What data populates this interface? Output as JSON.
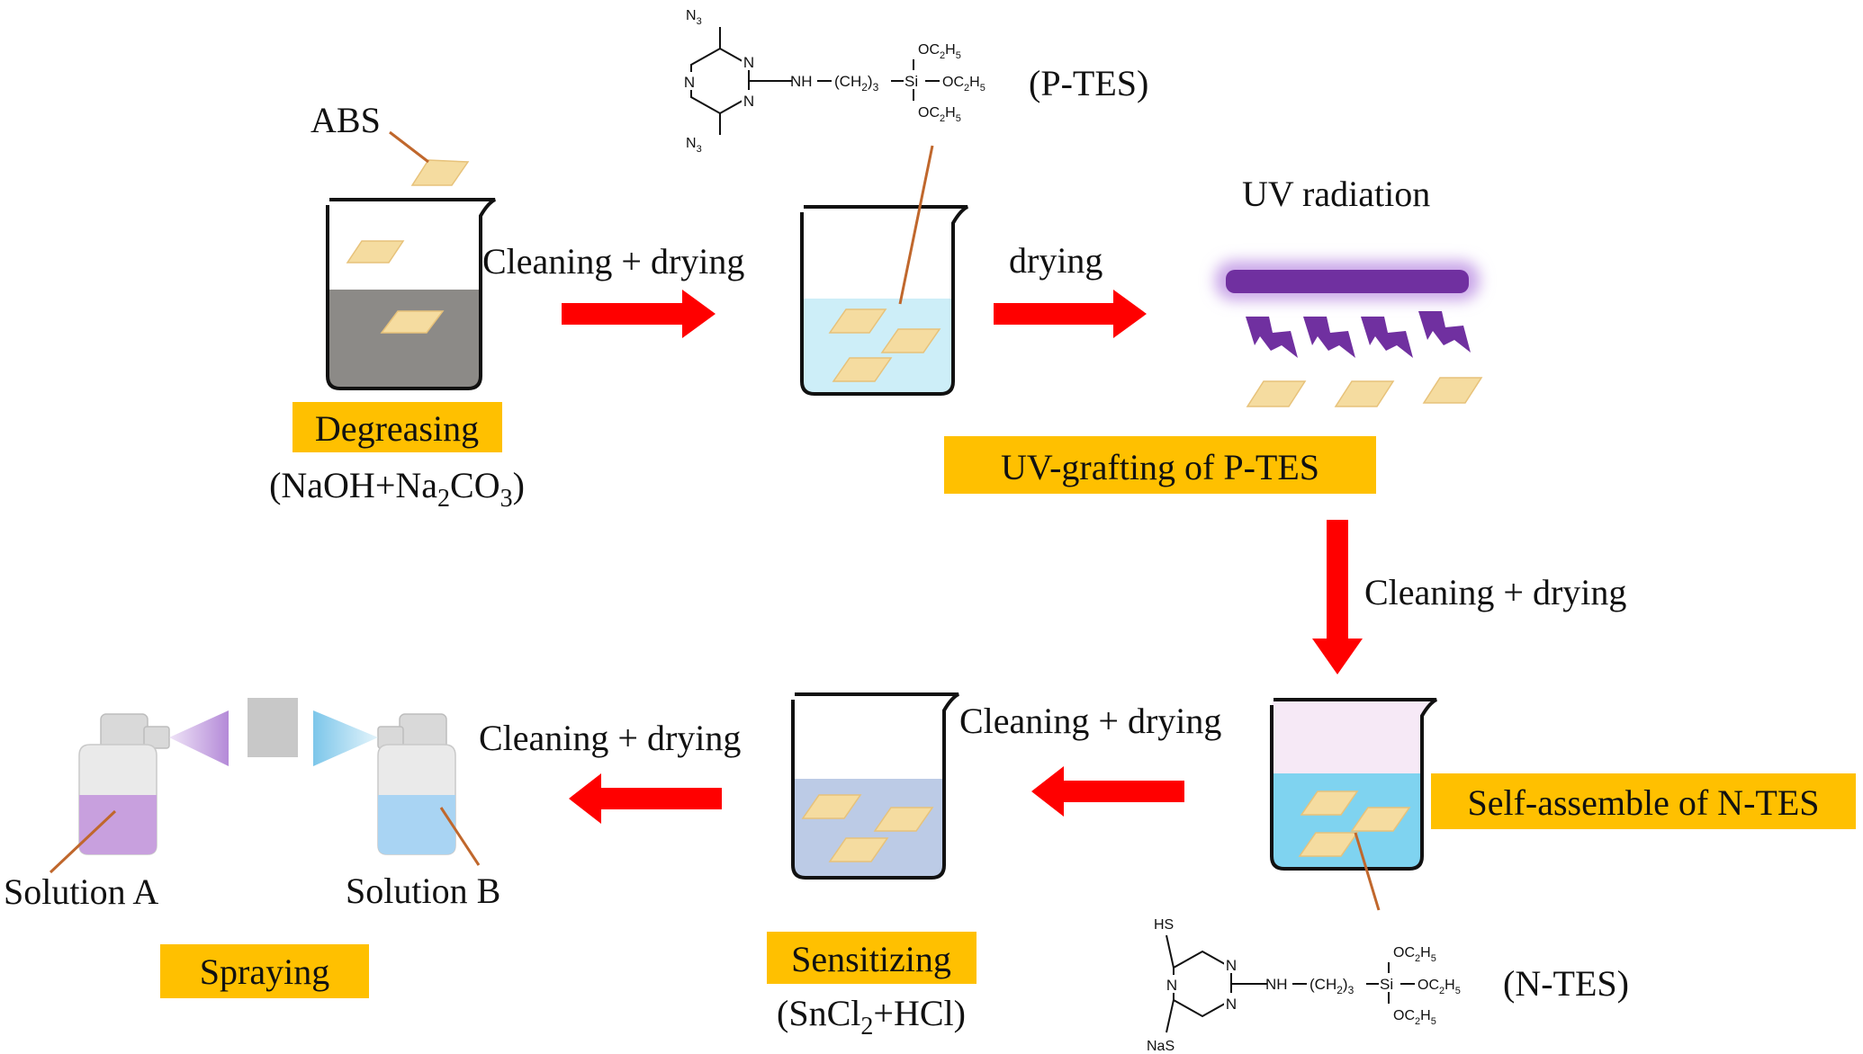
{
  "colors": {
    "arrow": "#ff0000",
    "label_bg": "#ffc000",
    "lamp": "#7030a0",
    "lamp_glow": "#c9a6e8",
    "degrease_liquid": "#8c8a87",
    "ptes_liquid": "#cdeef8",
    "ntes_liquid": "#7fd3f0",
    "ntes_top": "#f6e9f6",
    "sens_liquid": "#bccbe6",
    "solution_a": "#c8a0de",
    "solution_b": "#a9d4f3",
    "sample": "#f5dca0",
    "pointer": "#c0672c"
  },
  "icons": [
    "beaker-icon",
    "abs-sample-icon",
    "uv-lamp-icon",
    "lightning-bolt-icon",
    "spray-bottle-icon",
    "spray-mist-icon",
    "red-arrow-icon"
  ],
  "labels": {
    "abs": "ABS",
    "uv_radiation": "UV radiation",
    "p_tes": "(P-TES)",
    "n_tes": "(N-TES)",
    "solution_a": "Solution A",
    "solution_b": "Solution B"
  },
  "arrows": {
    "a1": "Cleaning + drying",
    "a2": "drying",
    "a3": "Cleaning + drying",
    "a4": "Cleaning + drying",
    "a5": "Cleaning + drying"
  },
  "steps": {
    "degreasing": "Degreasing",
    "degreasing_sub": {
      "pre": "(NaOH+Na",
      "s1": "2",
      "mid": "CO",
      "s2": "3",
      "post": ")"
    },
    "uv_grafting": "UV-grafting of P-TES",
    "self_assemble": "Self-assemble of N-TES",
    "sensitizing": "Sensitizing",
    "sensitizing_sub": {
      "pre": "(SnCl",
      "s1": "2",
      "post": "+HCl)"
    },
    "spraying": "Spraying"
  },
  "chem_ptes": {
    "n3_top": "N",
    "n3_top_sub": "3",
    "n3_bot": "N",
    "n3_bot_sub": "3",
    "ring_n1": "N",
    "ring_n2": "N",
    "ring_n3": "N",
    "nh": "NH",
    "chain": "(CH",
    "chain_sub": "2",
    "chain_end": ")",
    "chain_sub2": "3",
    "si": "Si",
    "oet1": "OC",
    "oet1_s1": "2",
    "oet1_m": "H",
    "oet1_s2": "5",
    "oet2": "OC",
    "oet2_s1": "2",
    "oet2_m": "H",
    "oet2_s2": "5",
    "oet3": "OC",
    "oet3_s1": "2",
    "oet3_m": "H",
    "oet3_s2": "5"
  },
  "chem_ntes": {
    "hs": "HS",
    "nas": "NaS",
    "ring_n1": "N",
    "ring_n2": "N",
    "ring_n3": "N",
    "nh": "NH",
    "chain": "(CH",
    "chain_sub": "2",
    "chain_end": ")",
    "chain_sub2": "3",
    "si": "Si",
    "oet1": "OC",
    "oet1_s1": "2",
    "oet1_m": "H",
    "oet1_s2": "5",
    "oet2": "OC",
    "oet2_s1": "2",
    "oet2_m": "H",
    "oet2_s2": "5",
    "oet3": "OC",
    "oet3_s1": "2",
    "oet3_m": "H",
    "oet3_s2": "5"
  }
}
